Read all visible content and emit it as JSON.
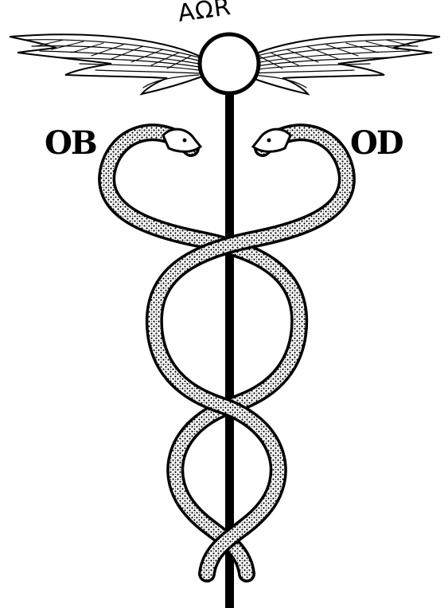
{
  "labels": {
    "top": "AΩR",
    "left": "OB",
    "right": "OD"
  },
  "colors": {
    "ink": "#000000",
    "paper": "#ffffff"
  },
  "icons": {
    "emblem": "caduceus-icon",
    "wings": "wing-icon",
    "orb": "orb-icon",
    "staff": "staff-icon",
    "serpent": "serpent-icon"
  }
}
